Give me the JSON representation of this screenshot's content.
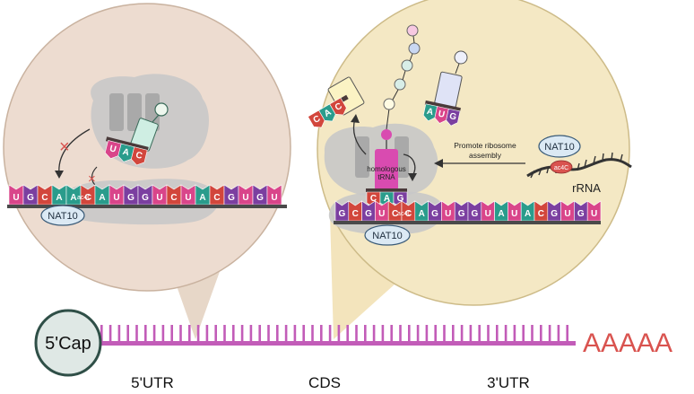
{
  "mrna": {
    "cap_label": "5'Cap",
    "polya_label": "AAAAA",
    "region_5utr": "5'UTR",
    "region_cds": "CDS",
    "region_3utr": "3'UTR"
  },
  "left_panel": {
    "protein_label": "NAT10",
    "ac4c_label": "ac4C",
    "sequence": [
      "U",
      "G",
      "C",
      "A",
      "A",
      "C",
      "A",
      "U",
      "G",
      "G",
      "U",
      "C",
      "U",
      "A",
      "C",
      "G",
      "U",
      "G",
      "U"
    ],
    "anticodon": [
      "U",
      "A",
      "C"
    ]
  },
  "right_panel": {
    "protein_label": "NAT10",
    "rrna_protein_label": "NAT10",
    "rrna_ac4c_label": "ac4C",
    "rrna_label": "rRNA",
    "arrow_label_line1": "Promote ribosome",
    "arrow_label_line2": "assembly",
    "trna_label_line1": "homologous",
    "trna_label_line2": "tRNA",
    "ac4c_label": "ac4C",
    "sequence": [
      "G",
      "C",
      "G",
      "U",
      "C",
      "C",
      "A",
      "G",
      "U",
      "G",
      "G",
      "U",
      "A",
      "U",
      "A",
      "C",
      "G",
      "U",
      "G",
      "U"
    ],
    "codon_pair": [
      "C",
      "A",
      "G"
    ],
    "exit_trna_anticodon": [
      "C",
      "A",
      "C"
    ],
    "incoming_trna_anticodon": [
      "A",
      "U",
      "G"
    ]
  },
  "colors": {
    "U": "#d9458a",
    "G": "#7b3fa0",
    "C": "#d2463c",
    "A": "#2a9c8c",
    "left_bg": "#eddcd0",
    "right_bg": "#f4e8c4",
    "mrna_line": "#c25cb8",
    "polya": "#d9534f"
  }
}
